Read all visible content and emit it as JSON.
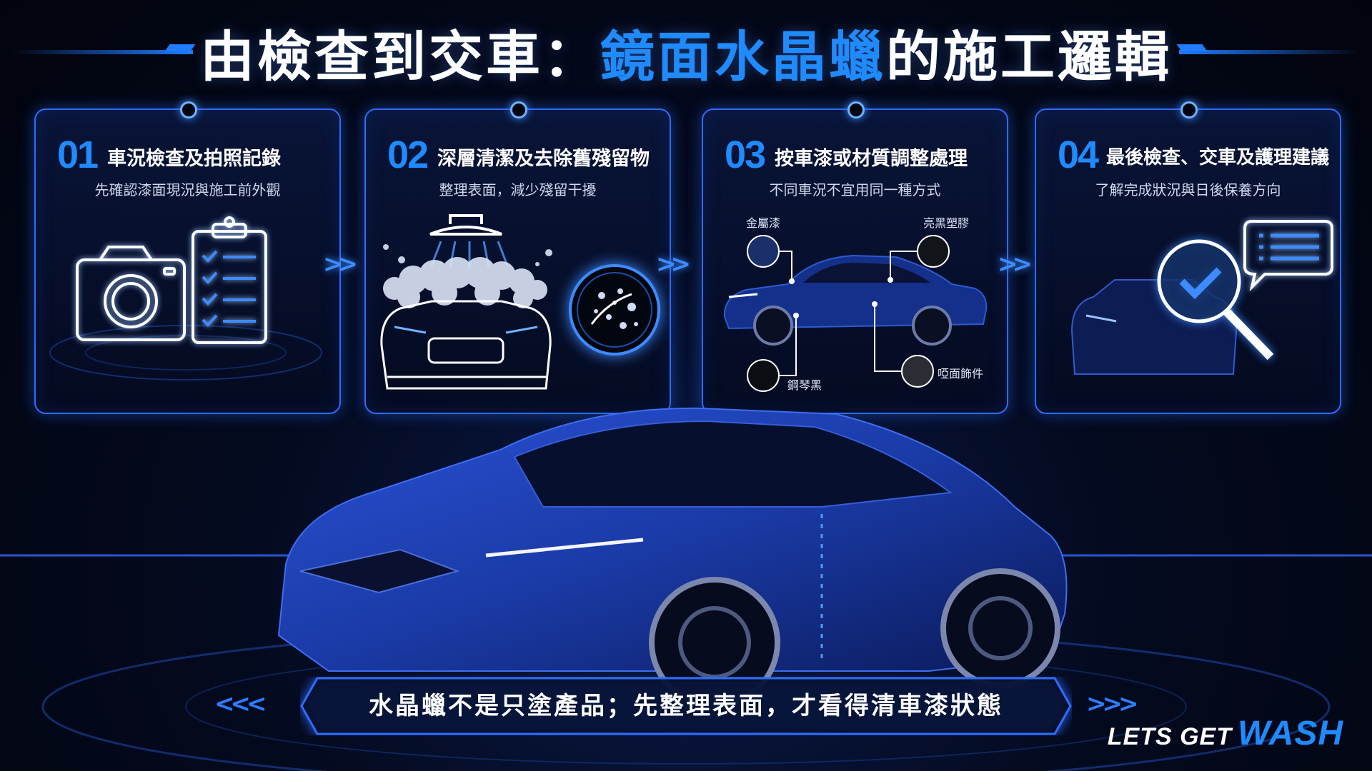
{
  "title": {
    "part1": "由檢查到交車：",
    "part2": "鏡面水晶蠟",
    "part3": "的施工邏輯"
  },
  "steps": [
    {
      "num": "01",
      "title": "車況檢查及拍照記錄",
      "subtitle": "先確認漆面現況與施工前外觀"
    },
    {
      "num": "02",
      "title": "深層清潔及去除舊殘留物",
      "subtitle": "整理表面，減少殘留干擾"
    },
    {
      "num": "03",
      "title": "按車漆或材質調整處理",
      "subtitle": "不同車況不宜用同一種方式"
    },
    {
      "num": "04",
      "title": "最後檢查、交車及護理建議",
      "subtitle": "了解完成狀況與日後保養方向"
    }
  ],
  "materials": {
    "metallic": "金屬漆",
    "gloss_black": "亮黑塑膠",
    "piano_black": "鋼琴黑",
    "matte_trim": "啞面飾件"
  },
  "banner": {
    "text": "水晶蠟不是只塗產品；先整理表面，才看得清車漆狀態"
  },
  "brand": {
    "lets": "LETS GET",
    "wash": "WASH"
  },
  "icons": [
    "camera-icon",
    "clipboard-checklist-icon",
    "shower-head-icon",
    "magnifier-check-icon",
    "chat-list-icon"
  ],
  "colors": {
    "accent": "#1f8bff",
    "glow": "#2d6cff",
    "background": "#02040d"
  }
}
